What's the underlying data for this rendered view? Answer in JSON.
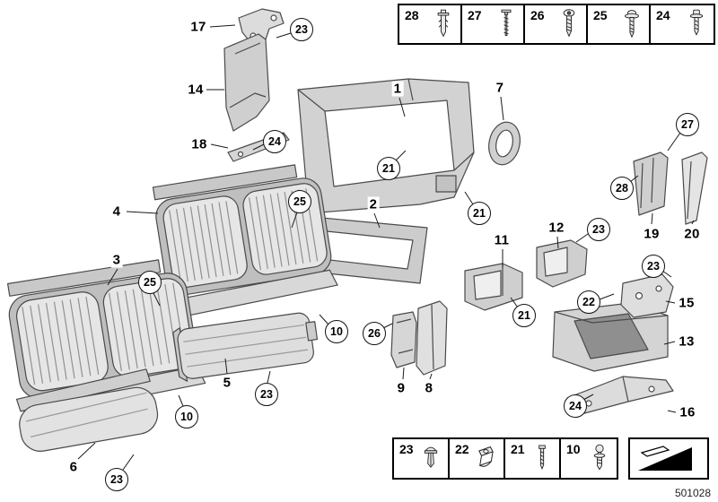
{
  "doc": {
    "number": "501028"
  },
  "legend_top": {
    "items": [
      {
        "label": "28",
        "icon": "expanding-rivet"
      },
      {
        "label": "27",
        "icon": "long-screw"
      },
      {
        "label": "26",
        "icon": "torx-screw"
      },
      {
        "label": "25",
        "icon": "washer-screw"
      },
      {
        "label": "24",
        "icon": "pan-screw"
      }
    ]
  },
  "legend_bottom": {
    "items": [
      {
        "label": "23",
        "icon": "expanding-clip"
      },
      {
        "label": "22",
        "icon": "spring-nut"
      },
      {
        "label": "21",
        "icon": "small-screw"
      },
      {
        "label": "10",
        "icon": "ball-stud"
      }
    ],
    "extra_icon": "foam-wedge"
  },
  "callouts": {
    "plain": [
      "17",
      "14",
      "18",
      "4",
      "3",
      "6",
      "5",
      "2",
      "1",
      "7",
      "11",
      "12",
      "9",
      "8",
      "15",
      "13",
      "16",
      "19",
      "20"
    ],
    "circled": [
      "23",
      "24",
      "25",
      "25",
      "21",
      "21",
      "23",
      "22",
      "23",
      "27",
      "28",
      "21",
      "26",
      "10",
      "23",
      "10",
      "23",
      "24"
    ]
  }
}
